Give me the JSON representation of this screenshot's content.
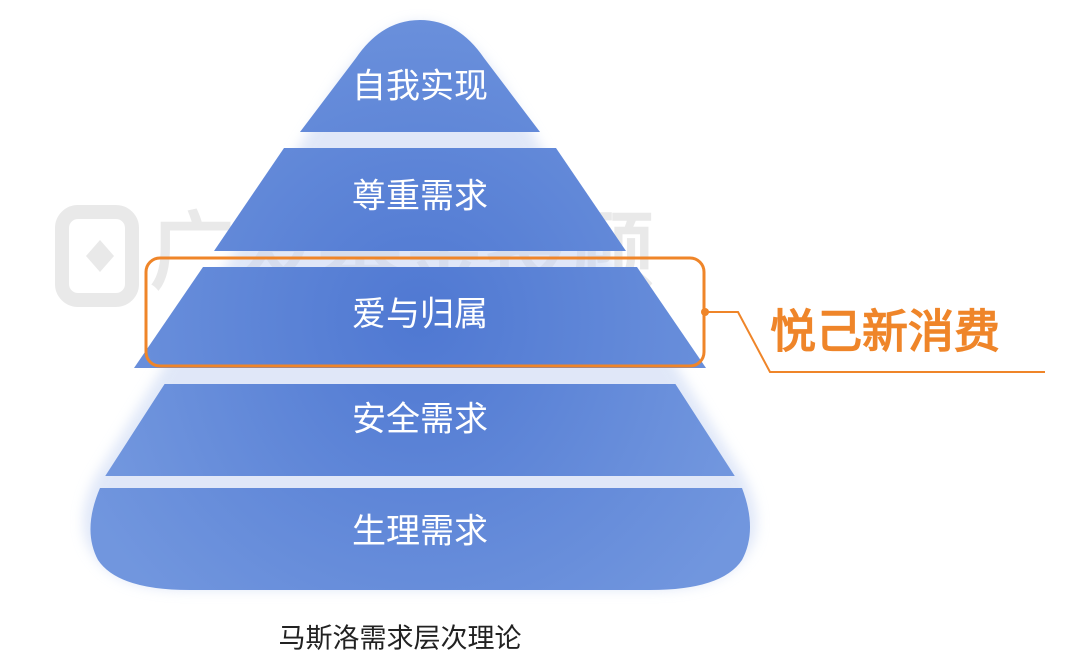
{
  "pyramid": {
    "levels": [
      {
        "label": "自我实现"
      },
      {
        "label": "尊重需求"
      },
      {
        "label": "爱与归属"
      },
      {
        "label": "安全需求"
      },
      {
        "label": "生理需求"
      }
    ],
    "highlighted_level": "爱与归属",
    "fill_color": "#5b83d4"
  },
  "callout": {
    "label": "悦己新消费",
    "color": "#ef8529"
  },
  "watermark": {
    "text": "广发基金投顾"
  },
  "caption": "马斯洛需求层次理论"
}
